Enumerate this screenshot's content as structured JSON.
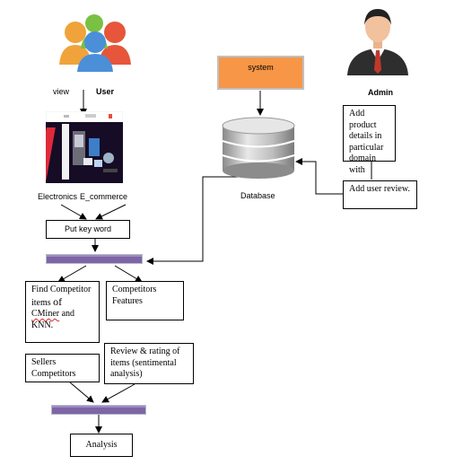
{
  "actors": {
    "user_label": "User",
    "view_label": "view",
    "admin_label": "Admin"
  },
  "system_label": "system",
  "database_label": "Database",
  "screenshot_caption": {
    "part1": "Electronics",
    "part2": "E_commerce"
  },
  "boxes": {
    "put_keyword": "Put key word",
    "add_product": "Add product details in particular domain with",
    "add_review": "Add user review.",
    "find_competitor_prefix": "Find Competitor items ",
    "find_competitor_of": "of",
    "find_competitor_cminer": "CMiner",
    "find_competitor_suffix": " and KNN.",
    "competitor_features": "Competitors Features",
    "sellers_competitors": "Sellers Competitors",
    "review_rating": "Review & rating of items (sentimental analysis)",
    "analysis": "Analysis"
  },
  "colors": {
    "system_box": "#f79646",
    "bar": "#7e65a6",
    "admin_tie": "#c0392b"
  },
  "icons": {
    "users": "users-group-icon",
    "admin": "admin-person-icon",
    "database": "database-icon",
    "screenshot": "ecommerce-screenshot-icon"
  }
}
